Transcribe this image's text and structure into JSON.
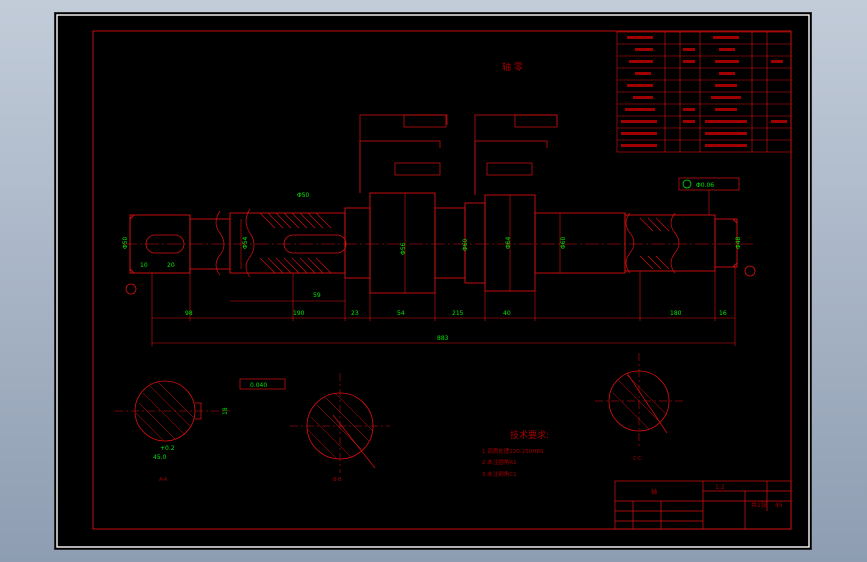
{
  "colors": {
    "background": "#000000",
    "viewport": "#a7b3c4",
    "outline": "#d91010",
    "dimension": "#00e600",
    "border_white": "#ffffff",
    "dark_red": "#a00000"
  },
  "drawing": {
    "title": "轴  零",
    "technical_requirements": {
      "heading": "技术要求:",
      "lines": [
        "1.调质处理220-250HBS",
        "2.未注圆角R1",
        "3.未注倒角C1"
      ]
    },
    "dimensions": {
      "lengths": [
        "98",
        "190",
        "59",
        "23",
        "54",
        "215",
        "40",
        "180",
        "16"
      ],
      "total": "883",
      "small": [
        "10",
        "20"
      ],
      "diameters": [
        "Φ50",
        "Φ54",
        "Φ56",
        "Φ60",
        "Φ64",
        "Φ60",
        "Φ48",
        "Φ50"
      ]
    },
    "tolerances": {
      "straightness": "Φ0.06",
      "symmetry": "0.040",
      "flat": "18"
    },
    "sections": {
      "a": {
        "label": "A-A",
        "dims": [
          "+0.2",
          "45.0"
        ]
      },
      "b": {
        "label": "B-B"
      },
      "c": {
        "label": "C-C"
      }
    },
    "title_block": {
      "part_name": "轴",
      "scale": "1:2",
      "sheet": "共1张",
      "material": "45"
    }
  }
}
